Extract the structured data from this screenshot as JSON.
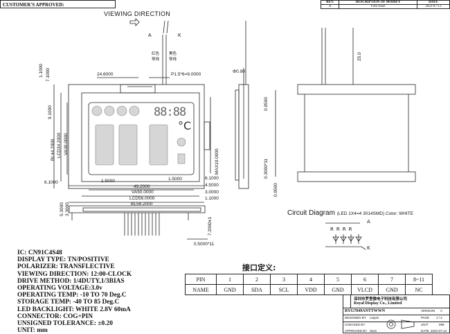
{
  "header": {
    "approved_label": "CUSTOMER'S APPROVED:",
    "rev_table": {
      "headers": [
        "REV.",
        "DESCRIPTION OF MODIFY",
        "DATE"
      ],
      "rows": [
        [
          "A",
          "First Issue",
          "2022-07-13"
        ]
      ]
    }
  },
  "drawing": {
    "viewing_direction_label": "VIEWING DIRECTION",
    "pin_a": "A",
    "pin_k": "K",
    "red_wire_label": "红色\n导线",
    "black_wire_label": "黑色\n导线",
    "digits_label": "88:88",
    "degree_label": "°C",
    "dims": {
      "d24_6": "24.6000",
      "p1_5": "P1.5*6=9.0000",
      "d1_1": "1.1000",
      "d7_1": "7.1000",
      "d9_1": "9.1000",
      "bl44": "BL44.2000",
      "lcd34": "LCD34.2000",
      "va30": "VA30.0000",
      "d6_1_left": "6.1000",
      "d1_5_left": "1.5000",
      "d1_5_right": "1.5000",
      "d6_1_right": "6.1000",
      "d49_2": "49.2000",
      "d4_5": "4.5000",
      "va50": "VA50.0000",
      "d3_0": "3.0000",
      "lcd56": "LCD56.0000",
      "d1_1_bottom": "1.1000",
      "bl58": "BL58.2000",
      "d5_3": "5.3000",
      "d3_3": "3.3000",
      "d7_2": "7.2000±1",
      "pin_pitch": "0.5000*11",
      "max10": "MAX10.0000",
      "d0_95_a": "0.9500",
      "d0_3": "0.3000*11",
      "d0_95_b": "0.9500",
      "phi09": "Φ0.90",
      "d25": "25.0"
    }
  },
  "specs": [
    "IC: CN91C4S48",
    "DISPLAY TYPE: TN/POSITIVE",
    "POLARIZER: TRANSFLECTIVE",
    "VIEWING DIRECTION: 12:00-CLOCK",
    "DRIVE METHOD: 1/4DUTY,1/3BIAS",
    "OPERATING VOLTAGE:3.0v",
    "OPERATING TEMP: -10 TO 70 Deg.C",
    "STORAGE TEMP: -40 TO 85 Deg.C",
    "LED BACKLIGHT: WHITE 2.8V 60mA",
    "CONNECTOR: COG+PIN",
    "UNSIGNED TOLERANCE: ±0.20",
    "UNIT: mm"
  ],
  "circuit": {
    "title": "Circuit Diagram",
    "details": "(LED  1X4=4   3014SMD)  Color: WHITE",
    "resistor_labels": [
      "R",
      "R",
      "R",
      "R"
    ],
    "anode": "A",
    "cathode": "K"
  },
  "pin_table": {
    "title": "接口定义:",
    "pins": [
      "PIN",
      "1",
      "2",
      "3",
      "4",
      "5",
      "6",
      "7",
      "8~11"
    ],
    "names": [
      "NAME",
      "GND",
      "SDA",
      "SCL",
      "VDD",
      "GND",
      "VLCD",
      "GND",
      "NC"
    ]
  },
  "title_block": {
    "company_cn": "深圳市罗里微电子科技有限公司",
    "company_en": "Royal Display Co., Limited",
    "part_no": "RYG7049ANTTWWN",
    "designed_label": "DESIGNED BY",
    "designer": "Laiyan",
    "checked_label": "CHECKED BY",
    "approved_label": "APPROVED BY",
    "approver": "Sium",
    "version_label": "VERSION",
    "version": "A",
    "page_label": "PAGE",
    "page": "1 / 2",
    "unit_label": "UNIT",
    "unit": "MM",
    "date_label": "DATE",
    "date": "2022-07-13"
  }
}
